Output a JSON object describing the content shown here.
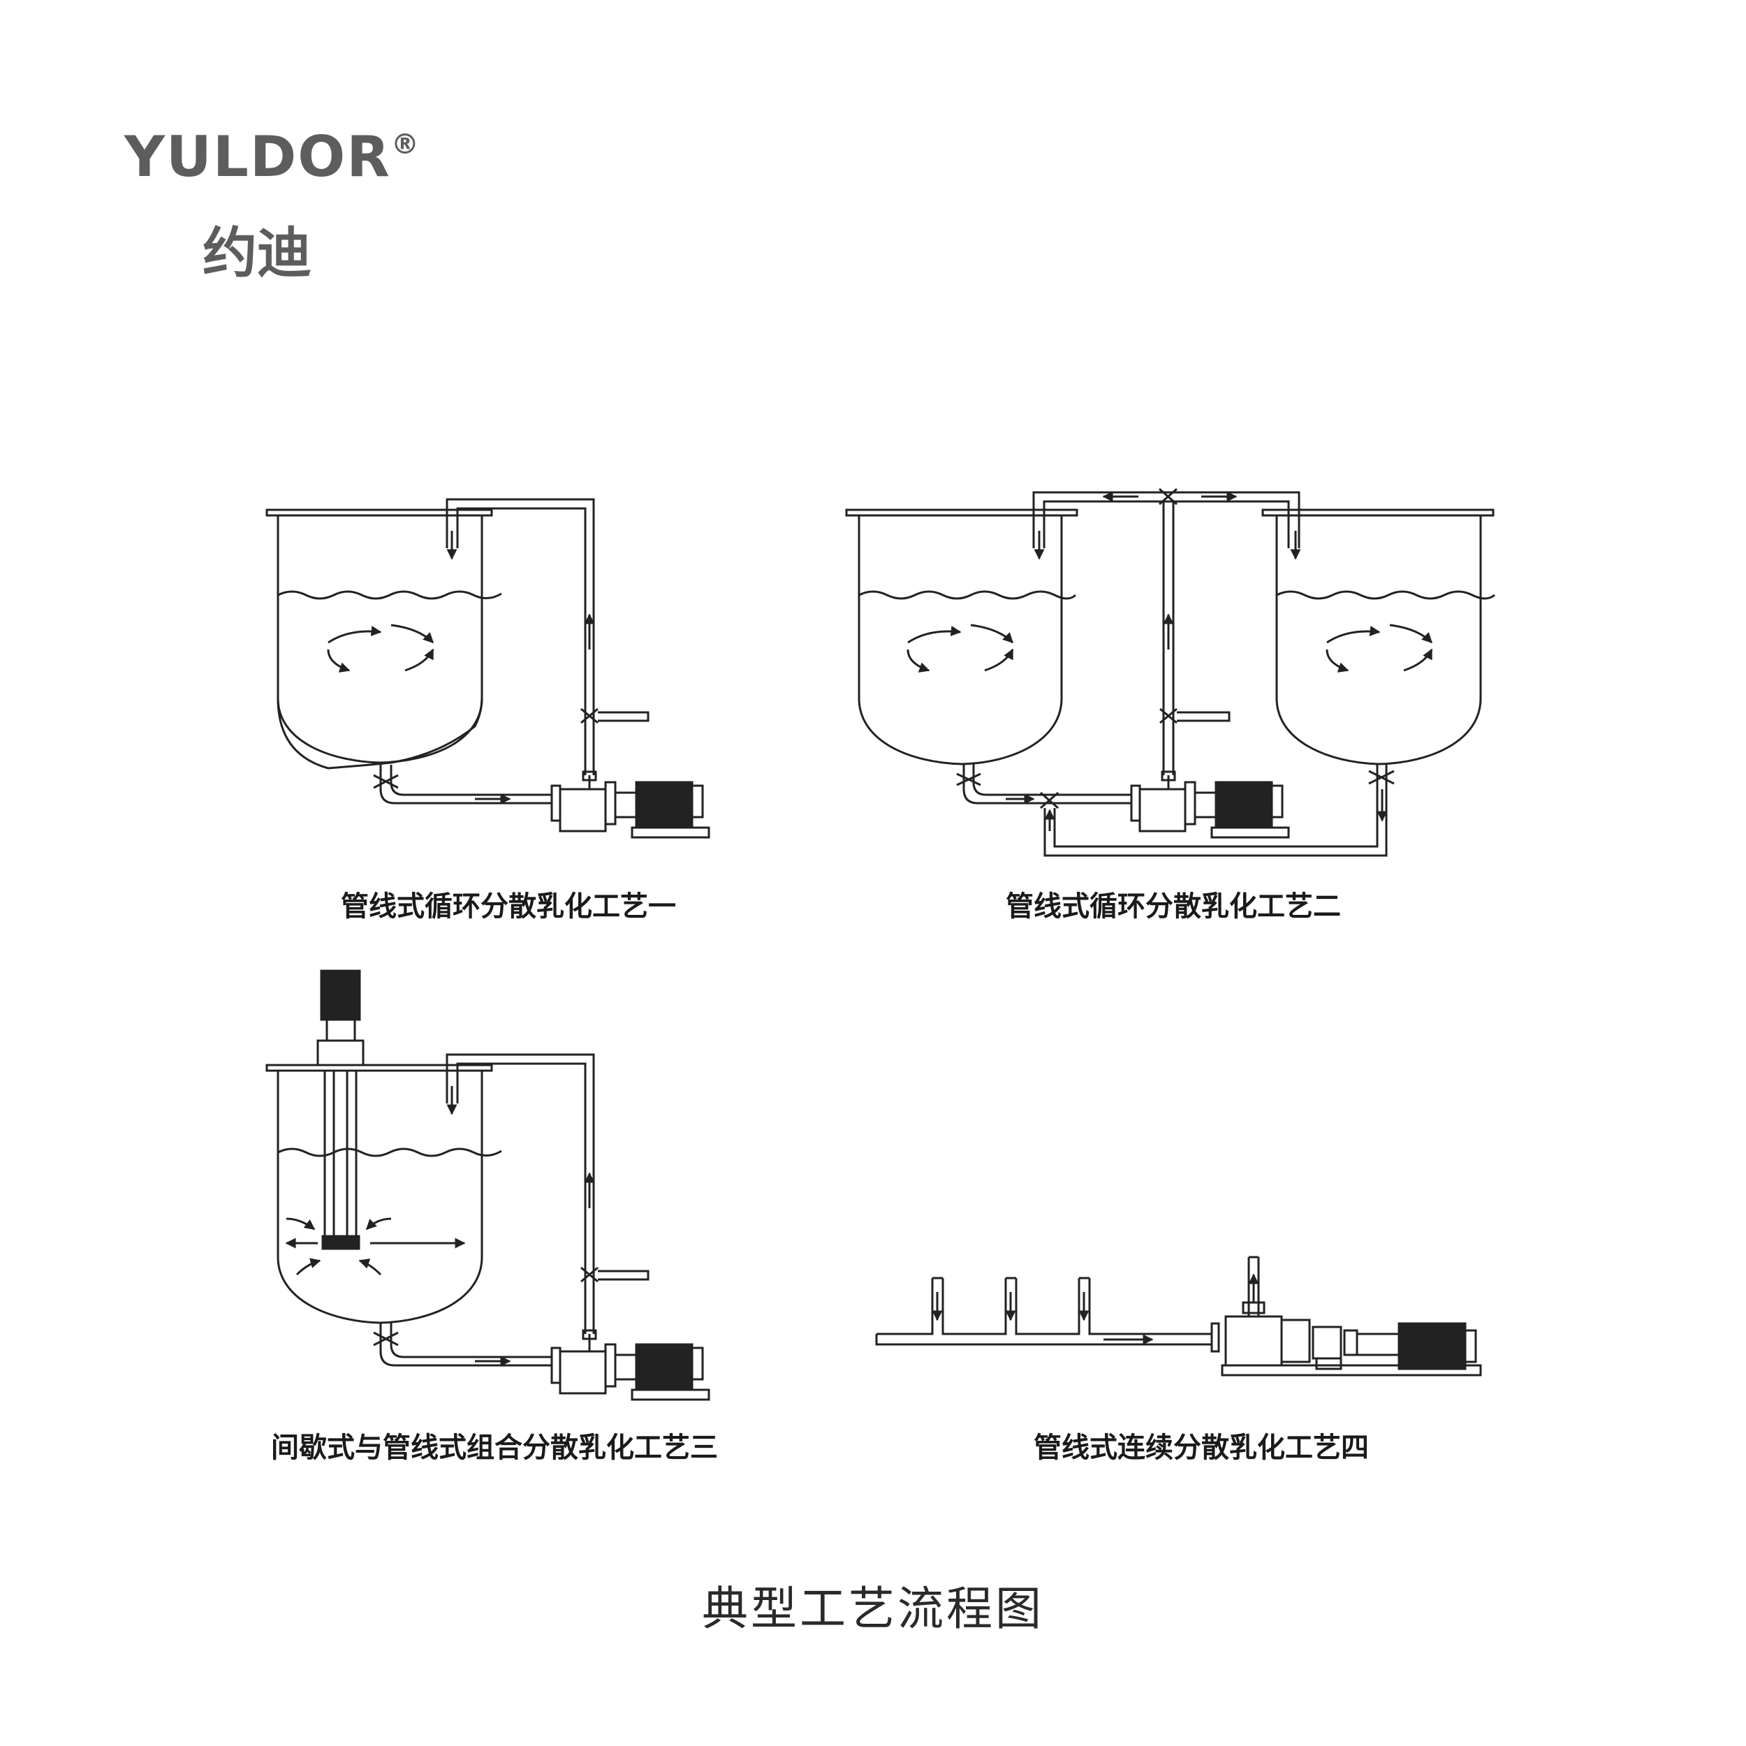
{
  "brand": {
    "name_en": "YULDOR",
    "registered_mark": "®",
    "name_cn": "约迪"
  },
  "processes": [
    {
      "caption": "管线式循环分散乳化工艺一"
    },
    {
      "caption": "管线式循环分散乳化工艺二"
    },
    {
      "caption": "间歇式与管线式组合分散乳化工艺三"
    },
    {
      "caption": "管线式连续分散乳化工艺四"
    }
  ],
  "main_title": "典型工艺流程图",
  "colors": {
    "line": "#222222",
    "text": "#1a1a1a",
    "brand": "#5d5d5d"
  }
}
